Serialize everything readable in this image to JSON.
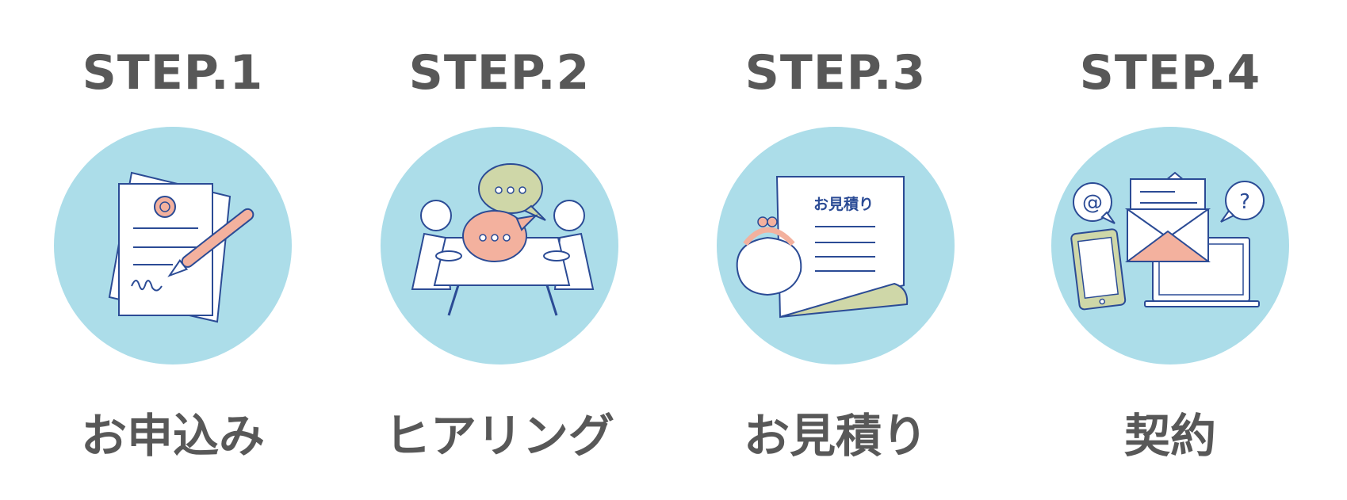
{
  "colors": {
    "text": "#585858",
    "circle": "#acdde9",
    "outline": "#2b4b95",
    "salmon": "#f3b19e",
    "olive": "#cfd7a8",
    "paper": "#ffffff"
  },
  "steps": [
    {
      "number": "STEP.1",
      "label": "お申込み",
      "icon": "contract-signing-icon"
    },
    {
      "number": "STEP.2",
      "label": "ヒアリング",
      "icon": "meeting-conversation-icon"
    },
    {
      "number": "STEP.3",
      "label": "お見積り",
      "icon": "estimate-document-icon",
      "document_title": "お見積り"
    },
    {
      "number": "STEP.4",
      "label": "契約",
      "icon": "email-devices-icon"
    }
  ]
}
